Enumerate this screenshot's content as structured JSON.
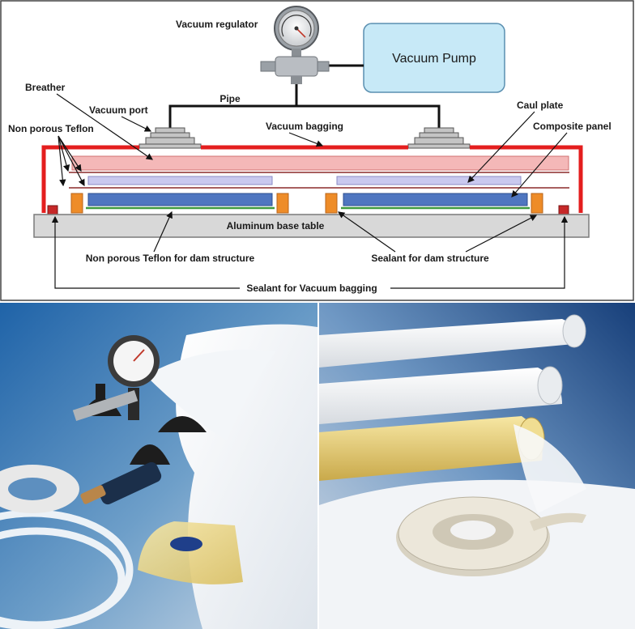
{
  "diagram": {
    "labels": {
      "vacuum_regulator": "Vacuum regulator",
      "vacuum_pump": "Vacuum Pump",
      "breather": "Breather",
      "vacuum_port": "Vacuum port",
      "pipe": "Pipe",
      "non_porous_teflon": "Non porous Teflon",
      "vacuum_bagging": "Vacuum bagging",
      "caul_plate": "Caul plate",
      "composite_panel": "Composite panel",
      "aluminum_base_table": "Aluminum base table",
      "non_porous_teflon_dam": "Non porous Teflon for dam structure",
      "sealant_dam": "Sealant for dam structure",
      "sealant_vacuum_bagging": "Sealant for Vacuum bagging"
    },
    "colors": {
      "vacuum_bag": "#e41e1e",
      "breather": "#f4b8b8",
      "caul_plate": "#c9c9ef",
      "composite_panel": "#4f76c0",
      "sealant_dam": "#ee8c28",
      "teflon_green": "#3f9a3f",
      "teflon_line": "#8b2a2a",
      "pump": "#c7e9f7",
      "base_table": "#d8d8d8"
    }
  }
}
